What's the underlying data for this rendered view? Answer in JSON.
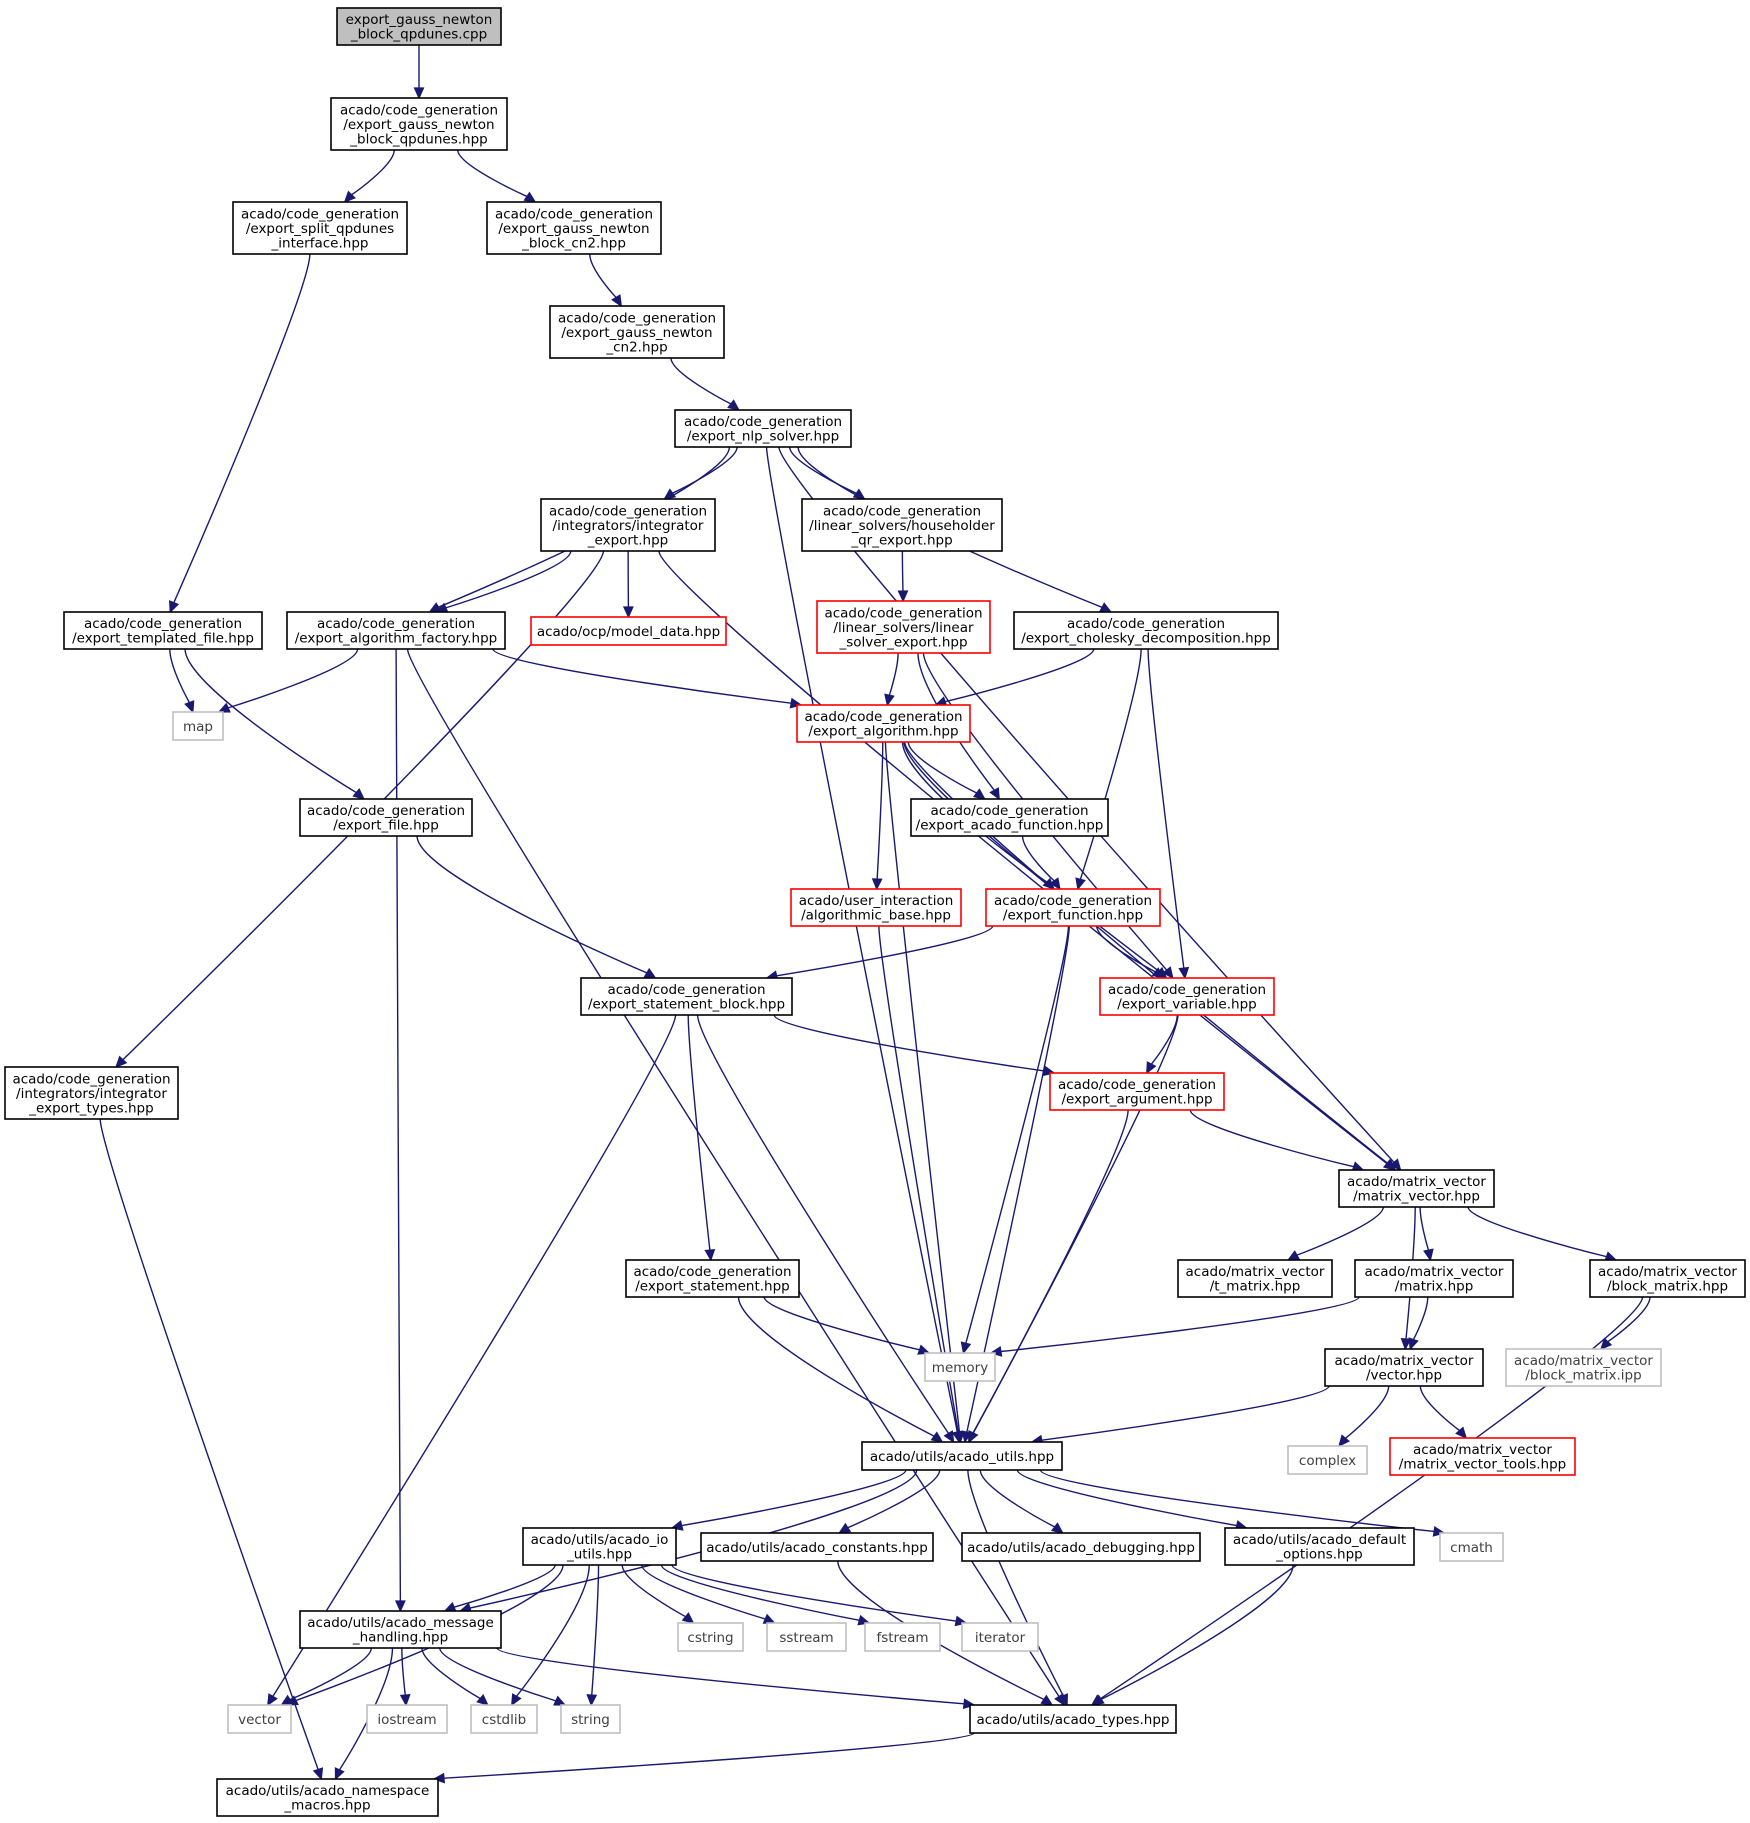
{
  "colors": {
    "edge": "#191970",
    "root_fill": "#bfbfbf",
    "normal_border": "#000000",
    "incomplete_border": "#ff0000",
    "external_border": "#bfbfbf",
    "normal_text": "#000000",
    "external_text": "#404040"
  },
  "nodes": [
    {
      "id": "root",
      "kind": "root",
      "lines": [
        "export_gauss_newton",
        "_block_qpdunes.cpp"
      ]
    },
    {
      "id": "gn_block_qpdunes_hpp",
      "kind": "normal",
      "lines": [
        "acado/code_generation",
        "/export_gauss_newton",
        "_block_qpdunes.hpp"
      ]
    },
    {
      "id": "split_qpdunes_interface",
      "kind": "normal",
      "lines": [
        "acado/code_generation",
        "/export_split_qpdunes",
        "_interface.hpp"
      ]
    },
    {
      "id": "gn_block_cn2",
      "kind": "normal",
      "lines": [
        "acado/code_generation",
        "/export_gauss_newton",
        "_block_cn2.hpp"
      ]
    },
    {
      "id": "gn_cn2",
      "kind": "normal",
      "lines": [
        "acado/code_generation",
        "/export_gauss_newton",
        "_cn2.hpp"
      ]
    },
    {
      "id": "nlp_solver",
      "kind": "normal",
      "lines": [
        "acado/code_generation",
        "/export_nlp_solver.hpp"
      ]
    },
    {
      "id": "integrator_export",
      "kind": "normal",
      "lines": [
        "acado/code_generation",
        "/integrators/integrator",
        "_export.hpp"
      ]
    },
    {
      "id": "householder_qr",
      "kind": "normal",
      "lines": [
        "acado/code_generation",
        "/linear_solvers/householder",
        "_qr_export.hpp"
      ]
    },
    {
      "id": "templated_file",
      "kind": "normal",
      "lines": [
        "acado/code_generation",
        "/export_templated_file.hpp"
      ]
    },
    {
      "id": "algorithm_factory",
      "kind": "normal",
      "lines": [
        "acado/code_generation",
        "/export_algorithm_factory.hpp"
      ]
    },
    {
      "id": "model_data",
      "kind": "incomplete",
      "lines": [
        "acado/ocp/model_data.hpp"
      ]
    },
    {
      "id": "linear_solver_export",
      "kind": "incomplete",
      "lines": [
        "acado/code_generation",
        "/linear_solvers/linear",
        "_solver_export.hpp"
      ]
    },
    {
      "id": "cholesky",
      "kind": "normal",
      "lines": [
        "acado/code_generation",
        "/export_cholesky_decomposition.hpp"
      ]
    },
    {
      "id": "map",
      "kind": "external",
      "lines": [
        "map"
      ]
    },
    {
      "id": "export_algorithm",
      "kind": "incomplete",
      "lines": [
        "acado/code_generation",
        "/export_algorithm.hpp"
      ]
    },
    {
      "id": "export_file",
      "kind": "normal",
      "lines": [
        "acado/code_generation",
        "/export_file.hpp"
      ]
    },
    {
      "id": "acado_function",
      "kind": "normal",
      "lines": [
        "acado/code_generation",
        "/export_acado_function.hpp"
      ]
    },
    {
      "id": "algorithmic_base",
      "kind": "incomplete",
      "lines": [
        "acado/user_interaction",
        "/algorithmic_base.hpp"
      ]
    },
    {
      "id": "export_function",
      "kind": "incomplete",
      "lines": [
        "acado/code_generation",
        "/export_function.hpp"
      ]
    },
    {
      "id": "statement_block",
      "kind": "normal",
      "lines": [
        "acado/code_generation",
        "/export_statement_block.hpp"
      ]
    },
    {
      "id": "export_variable",
      "kind": "incomplete",
      "lines": [
        "acado/code_generation",
        "/export_variable.hpp"
      ]
    },
    {
      "id": "integrator_export_types",
      "kind": "normal",
      "lines": [
        "acado/code_generation",
        "/integrators/integrator",
        "_export_types.hpp"
      ]
    },
    {
      "id": "export_argument",
      "kind": "incomplete",
      "lines": [
        "acado/code_generation",
        "/export_argument.hpp"
      ]
    },
    {
      "id": "matrix_vector",
      "kind": "normal",
      "lines": [
        "acado/matrix_vector",
        "/matrix_vector.hpp"
      ]
    },
    {
      "id": "export_statement",
      "kind": "normal",
      "lines": [
        "acado/code_generation",
        "/export_statement.hpp"
      ]
    },
    {
      "id": "t_matrix",
      "kind": "normal",
      "lines": [
        "acado/matrix_vector",
        "/t_matrix.hpp"
      ]
    },
    {
      "id": "matrix",
      "kind": "normal",
      "lines": [
        "acado/matrix_vector",
        "/matrix.hpp"
      ]
    },
    {
      "id": "block_matrix",
      "kind": "normal",
      "lines": [
        "acado/matrix_vector",
        "/block_matrix.hpp"
      ]
    },
    {
      "id": "memory",
      "kind": "external",
      "lines": [
        "memory"
      ]
    },
    {
      "id": "vector_hpp",
      "kind": "normal",
      "lines": [
        "acado/matrix_vector",
        "/vector.hpp"
      ]
    },
    {
      "id": "block_matrix_ipp",
      "kind": "external",
      "lines": [
        "acado/matrix_vector",
        "/block_matrix.ipp"
      ]
    },
    {
      "id": "acado_utils",
      "kind": "normal",
      "lines": [
        "acado/utils/acado_utils.hpp"
      ]
    },
    {
      "id": "complex",
      "kind": "external",
      "lines": [
        "complex"
      ]
    },
    {
      "id": "mv_tools",
      "kind": "incomplete",
      "lines": [
        "acado/matrix_vector",
        "/matrix_vector_tools.hpp"
      ]
    },
    {
      "id": "acado_io_utils",
      "kind": "normal",
      "lines": [
        "acado/utils/acado_io",
        "_utils.hpp"
      ]
    },
    {
      "id": "acado_constants",
      "kind": "normal",
      "lines": [
        "acado/utils/acado_constants.hpp"
      ]
    },
    {
      "id": "acado_debugging",
      "kind": "normal",
      "lines": [
        "acado/utils/acado_debugging.hpp"
      ]
    },
    {
      "id": "acado_default_options",
      "kind": "normal",
      "lines": [
        "acado/utils/acado_default",
        "_options.hpp"
      ]
    },
    {
      "id": "cmath",
      "kind": "external",
      "lines": [
        "cmath"
      ]
    },
    {
      "id": "acado_message_handling",
      "kind": "normal",
      "lines": [
        "acado/utils/acado_message",
        "_handling.hpp"
      ]
    },
    {
      "id": "cstring",
      "kind": "external",
      "lines": [
        "cstring"
      ]
    },
    {
      "id": "sstream",
      "kind": "external",
      "lines": [
        "sstream"
      ]
    },
    {
      "id": "fstream",
      "kind": "external",
      "lines": [
        "fstream"
      ]
    },
    {
      "id": "iterator",
      "kind": "external",
      "lines": [
        "iterator"
      ]
    },
    {
      "id": "vector",
      "kind": "external",
      "lines": [
        "vector"
      ]
    },
    {
      "id": "iostream",
      "kind": "external",
      "lines": [
        "iostream"
      ]
    },
    {
      "id": "cstdlib",
      "kind": "external",
      "lines": [
        "cstdlib"
      ]
    },
    {
      "id": "string",
      "kind": "external",
      "lines": [
        "string"
      ]
    },
    {
      "id": "acado_types",
      "kind": "normal",
      "lines": [
        "acado/utils/acado_types.hpp"
      ]
    },
    {
      "id": "acado_namespace_macros",
      "kind": "normal",
      "lines": [
        "acado/utils/acado_namespace",
        "_macros.hpp"
      ]
    }
  ],
  "edges": [
    {
      "from": "root",
      "to": "gn_block_qpdunes_hpp"
    },
    {
      "from": "gn_block_qpdunes_hpp",
      "to": "split_qpdunes_interface"
    },
    {
      "from": "gn_block_qpdunes_hpp",
      "to": "gn_block_cn2"
    },
    {
      "from": "split_qpdunes_interface",
      "to": "templated_file"
    },
    {
      "from": "gn_block_cn2",
      "to": "gn_cn2"
    },
    {
      "from": "gn_cn2",
      "to": "nlp_solver"
    },
    {
      "from": "nlp_solver",
      "to": "integrator_export"
    },
    {
      "from": "nlp_solver",
      "to": "householder_qr"
    },
    {
      "from": "nlp_solver",
      "to": "algorithm_factory"
    },
    {
      "from": "nlp_solver",
      "to": "cholesky"
    },
    {
      "from": "nlp_solver",
      "to": "matrix_vector"
    },
    {
      "from": "nlp_solver",
      "to": "acado_utils"
    },
    {
      "from": "integrator_export",
      "to": "algorithm_factory"
    },
    {
      "from": "integrator_export",
      "to": "model_data"
    },
    {
      "from": "integrator_export",
      "to": "integrator_export_types"
    },
    {
      "from": "integrator_export",
      "to": "matrix_vector"
    },
    {
      "from": "householder_qr",
      "to": "linear_solver_export"
    },
    {
      "from": "templated_file",
      "to": "map"
    },
    {
      "from": "templated_file",
      "to": "export_file"
    },
    {
      "from": "algorithm_factory",
      "to": "map"
    },
    {
      "from": "algorithm_factory",
      "to": "export_algorithm"
    },
    {
      "from": "algorithm_factory",
      "to": "acado_message_handling"
    },
    {
      "from": "algorithm_factory",
      "to": "acado_types"
    },
    {
      "from": "linear_solver_export",
      "to": "export_algorithm"
    },
    {
      "from": "linear_solver_export",
      "to": "acado_function"
    },
    {
      "from": "linear_solver_export",
      "to": "export_variable"
    },
    {
      "from": "cholesky",
      "to": "export_algorithm"
    },
    {
      "from": "cholesky",
      "to": "export_function"
    },
    {
      "from": "cholesky",
      "to": "export_variable"
    },
    {
      "from": "export_algorithm",
      "to": "acado_function"
    },
    {
      "from": "export_algorithm",
      "to": "algorithmic_base"
    },
    {
      "from": "export_algorithm",
      "to": "export_function"
    },
    {
      "from": "export_algorithm",
      "to": "export_variable"
    },
    {
      "from": "export_algorithm",
      "to": "matrix_vector"
    },
    {
      "from": "export_algorithm",
      "to": "acado_utils"
    },
    {
      "from": "export_file",
      "to": "statement_block"
    },
    {
      "from": "acado_function",
      "to": "export_function"
    },
    {
      "from": "algorithmic_base",
      "to": "acado_utils"
    },
    {
      "from": "export_function",
      "to": "statement_block"
    },
    {
      "from": "export_function",
      "to": "export_variable"
    },
    {
      "from": "export_function",
      "to": "memory"
    },
    {
      "from": "export_function",
      "to": "acado_utils"
    },
    {
      "from": "statement_block",
      "to": "export_argument"
    },
    {
      "from": "statement_block",
      "to": "export_statement"
    },
    {
      "from": "statement_block",
      "to": "vector"
    },
    {
      "from": "statement_block",
      "to": "acado_utils"
    },
    {
      "from": "export_variable",
      "to": "export_argument"
    },
    {
      "from": "export_variable",
      "to": "acado_utils"
    },
    {
      "from": "integrator_export_types",
      "to": "acado_namespace_macros"
    },
    {
      "from": "export_argument",
      "to": "matrix_vector"
    },
    {
      "from": "export_argument",
      "to": "acado_utils"
    },
    {
      "from": "matrix_vector",
      "to": "t_matrix"
    },
    {
      "from": "matrix_vector",
      "to": "matrix"
    },
    {
      "from": "matrix_vector",
      "to": "block_matrix"
    },
    {
      "from": "matrix_vector",
      "to": "vector_hpp"
    },
    {
      "from": "export_statement",
      "to": "memory"
    },
    {
      "from": "export_statement",
      "to": "acado_utils"
    },
    {
      "from": "matrix",
      "to": "memory"
    },
    {
      "from": "matrix",
      "to": "vector_hpp"
    },
    {
      "from": "block_matrix",
      "to": "block_matrix_ipp"
    },
    {
      "from": "block_matrix",
      "to": "acado_types"
    },
    {
      "from": "vector_hpp",
      "to": "acado_utils"
    },
    {
      "from": "vector_hpp",
      "to": "complex"
    },
    {
      "from": "vector_hpp",
      "to": "mv_tools"
    },
    {
      "from": "acado_utils",
      "to": "acado_io_utils"
    },
    {
      "from": "acado_utils",
      "to": "acado_constants"
    },
    {
      "from": "acado_utils",
      "to": "acado_debugging"
    },
    {
      "from": "acado_utils",
      "to": "acado_default_options"
    },
    {
      "from": "acado_utils",
      "to": "cmath"
    },
    {
      "from": "acado_utils",
      "to": "acado_message_handling"
    },
    {
      "from": "acado_utils",
      "to": "acado_types"
    },
    {
      "from": "acado_io_utils",
      "to": "acado_message_handling"
    },
    {
      "from": "acado_io_utils",
      "to": "cstring"
    },
    {
      "from": "acado_io_utils",
      "to": "sstream"
    },
    {
      "from": "acado_io_utils",
      "to": "fstream"
    },
    {
      "from": "acado_io_utils",
      "to": "iterator"
    },
    {
      "from": "acado_io_utils",
      "to": "vector"
    },
    {
      "from": "acado_io_utils",
      "to": "cstdlib"
    },
    {
      "from": "acado_io_utils",
      "to": "string"
    },
    {
      "from": "acado_constants",
      "to": "acado_types"
    },
    {
      "from": "acado_default_options",
      "to": "acado_types"
    },
    {
      "from": "acado_message_handling",
      "to": "vector"
    },
    {
      "from": "acado_message_handling",
      "to": "iostream"
    },
    {
      "from": "acado_message_handling",
      "to": "cstdlib"
    },
    {
      "from": "acado_message_handling",
      "to": "string"
    },
    {
      "from": "acado_message_handling",
      "to": "acado_types"
    },
    {
      "from": "acado_message_handling",
      "to": "acado_namespace_macros"
    },
    {
      "from": "acado_types",
      "to": "acado_namespace_macros"
    }
  ]
}
